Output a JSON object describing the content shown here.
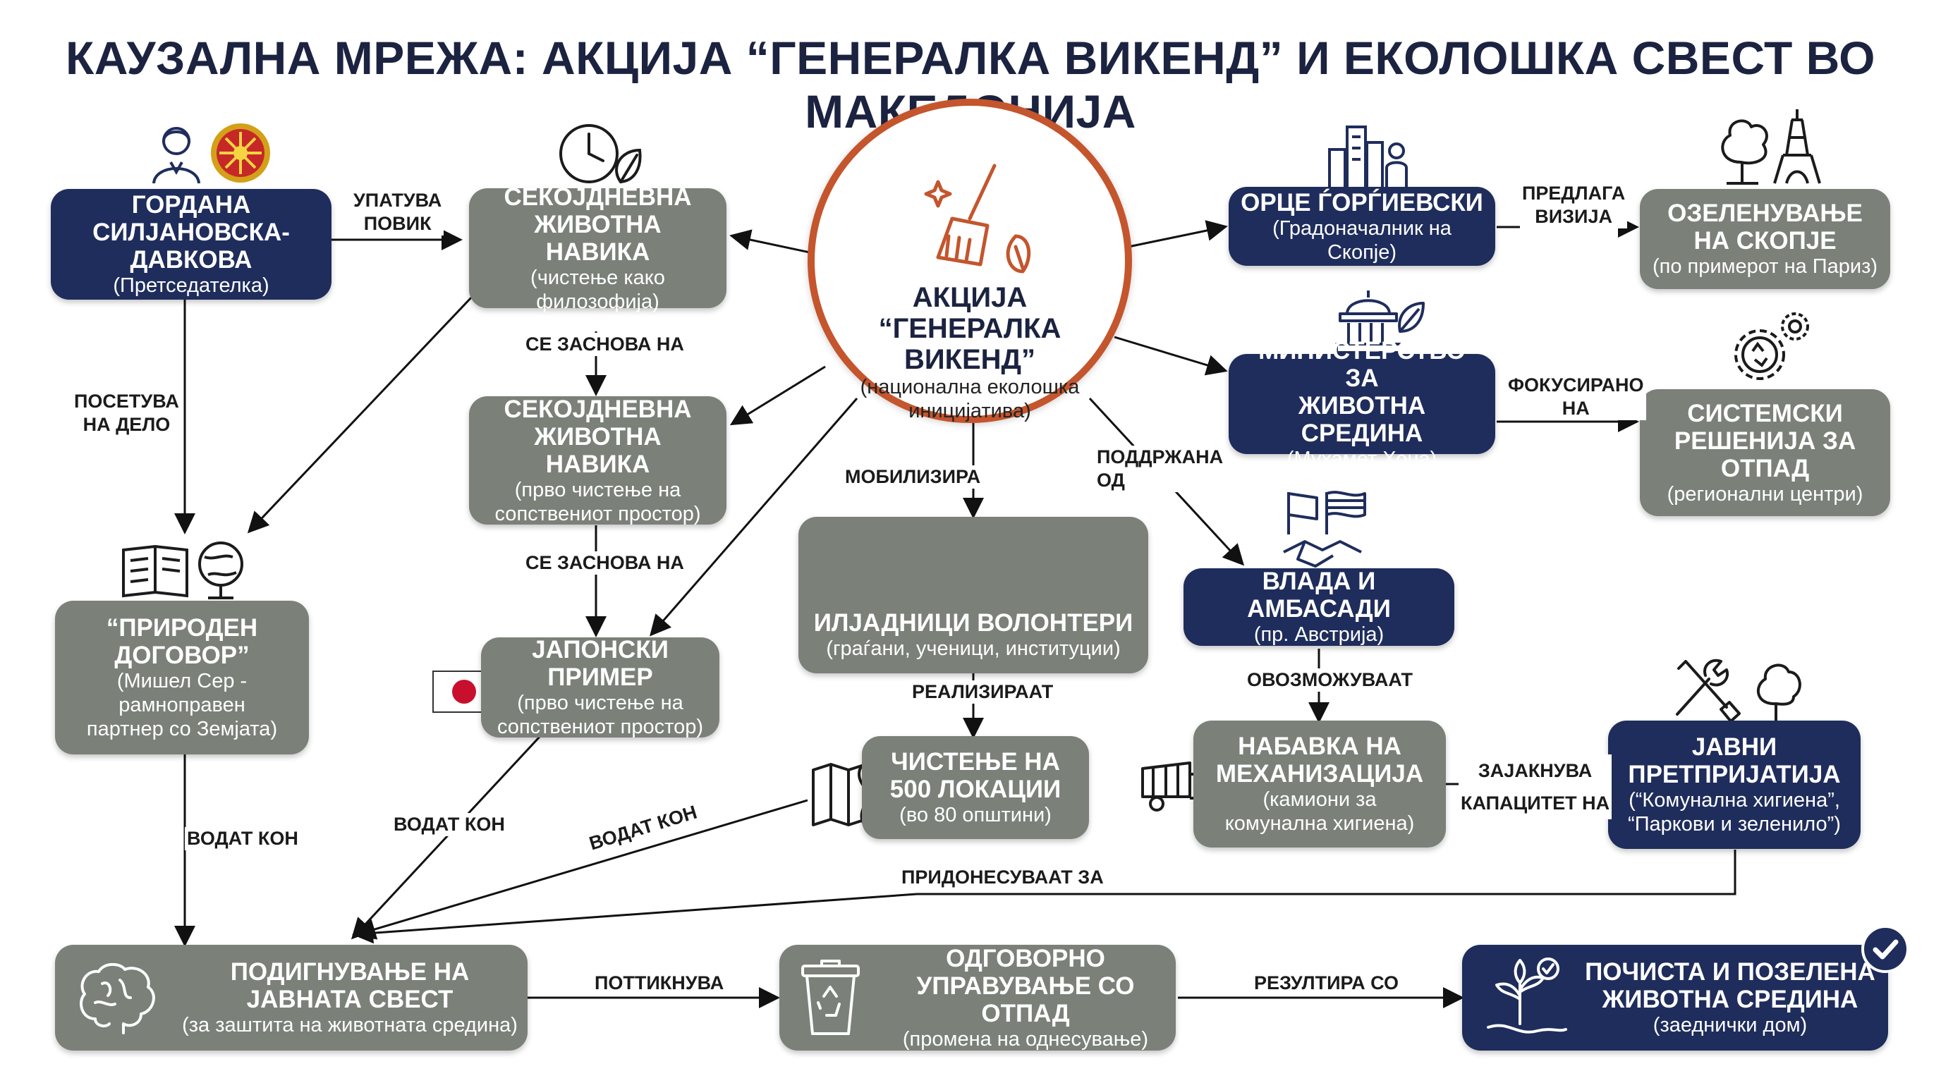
{
  "title": "КАУЗАЛНА МРЕЖА: АКЦИЈА “ГЕНЕРАЛКА ВИКЕНД” И ЕКОЛОШКА СВЕСТ ВО МАКЕДОНИЈА",
  "center": {
    "title_line1": "АКЦИЈА",
    "title_line2": "“ГЕНЕРАЛКА ВИКЕНД”",
    "subtitle_line1": "(национална еколошка",
    "subtitle_line2": "иницијатива)"
  },
  "nodes": {
    "gordana": {
      "t1": "ГОРДАНА",
      "t2": "СИЛЈАНОВСКА-ДАВКОВА",
      "s1": "(Претседателка)"
    },
    "habit1": {
      "t1": "СЕКОЈДНЕВНА",
      "t2": "ЖИВОТНА НАВИКА",
      "s1": "(чистење како",
      "s2": "филозофија)"
    },
    "habit2": {
      "t1": "СЕКОЈДНЕВНА",
      "t2": "ЖИВОТНА НАВИКА",
      "s1": "(прво чистење на",
      "s2": "сопствениот простор)"
    },
    "japan": {
      "t1": "ЈАПОНСКИ ПРИМЕР",
      "s1": "(прво чистење на",
      "s2": "сопствениот простор)"
    },
    "contract": {
      "t1": "“ПРИРОДЕН",
      "t2": "ДОГОВОР”",
      "s1": "(Мишел Сер -",
      "s2": "рамноправен",
      "s3": "партнер со Земјата)"
    },
    "volunteers": {
      "t1": "ИЛЈАДНИЦИ ВОЛОНТЕРИ",
      "s1": "(граѓани, ученици, институции)"
    },
    "locations": {
      "t1": "ЧИСТЕЊЕ НА",
      "t2": "500 ЛОКАЦИИ",
      "s1": "(во 80 општини)"
    },
    "orce": {
      "t1": "ОРЦЕ ЃОРЃИЕВСКИ",
      "s1": "(Градоначалник на Скопје)"
    },
    "greening": {
      "t1": "ОЗЕЛЕНУВАЊЕ",
      "t2": "НА СКОПЈЕ",
      "s1": "(по примерот на Париз)"
    },
    "ministry": {
      "t1": "МИНИСТЕРСТВО ЗА",
      "t2": "ЖИВОТНА СРЕДИНА",
      "s1": "(Мухамет Хоџа)"
    },
    "systemic": {
      "t1": "СИСТЕМСКИ",
      "t2": "РЕШЕНИЈА ЗА",
      "t3": "ОТПАД",
      "s1": "(регионални центри)"
    },
    "government": {
      "t1": "ВЛАДА И АМБАСАДИ",
      "s1": "(пр. Австрија)"
    },
    "mechanization": {
      "t1": "НАБАВКА НА",
      "t2": "МЕХАНИЗАЦИЈА",
      "s1": "(камиони за",
      "s2": "комунална хигиена)"
    },
    "public_enterprises": {
      "t1": "ЈАВНИ",
      "t2": "ПРЕТПРИЈАТИЈА",
      "s1": "(“Комунална хигиена”,",
      "s2": "“Паркови и зеленило”)"
    },
    "awareness": {
      "t1": "ПОДИГНУВАЊЕ НА",
      "t2": "ЈАВНАТА СВЕСТ",
      "s1": "(за заштита на животната средина)"
    },
    "waste": {
      "t1": "ОДГОВОРНО",
      "t2": "УПРАВУВАЊЕ СО ОТПАД",
      "s1": "(промена на однесување)"
    },
    "clean_env": {
      "t1": "ПОЧИСТА И ПОЗЕЛЕНА",
      "t2": "ЖИВОТНА СРЕДИНА",
      "s1": "(заеднички дом)"
    }
  },
  "edge_labels": {
    "calls": {
      "l1": "УПАТУВА",
      "l2": "ПОВИК"
    },
    "visits": {
      "l1": "ПОСЕТУВА",
      "l2": "НА ДЕЛО"
    },
    "based_on_1": {
      "l1": "СЕ ЗАСНОВА НА"
    },
    "based_on_2": {
      "l1": "СЕ ЗАСНОВА НА"
    },
    "lead_to_left": {
      "l1": "ВОДАТ КОН"
    },
    "lead_to_mid": {
      "l1": "ВОДАТ КОН"
    },
    "lead_to_right": {
      "l1": "ВОДАТ КОН"
    },
    "mobilizes": {
      "l1": "МОБИЛИЗИРА"
    },
    "realize": {
      "l1": "РЕАЛИЗИРААТ"
    },
    "supported_by": {
      "l1": "ПОДДРЖАНА",
      "l2": "ОД"
    },
    "proposes": {
      "l1": "ПРЕДЛАГА",
      "l2": "ВИЗИЈА"
    },
    "focused_on": {
      "l1": "ФОКУСИРАНО",
      "l2": "НА"
    },
    "enable": {
      "l1": "ОВОЗМОЖУВААТ"
    },
    "strengthens": {
      "l1": "ЗАЈАКНУВА",
      "l2": "КАПАЦИТЕТ НА"
    },
    "contribute": {
      "l1": "ПРИДОНЕСУВААТ ЗА"
    },
    "encourages": {
      "l1": "ПОТТИКНУВА"
    },
    "results": {
      "l1": "РЕЗУЛТИРА СО"
    }
  },
  "colors": {
    "navy": "#1f2d5c",
    "gray": "#7b8079",
    "accent": "#c4552d",
    "arrow": "#111111"
  }
}
